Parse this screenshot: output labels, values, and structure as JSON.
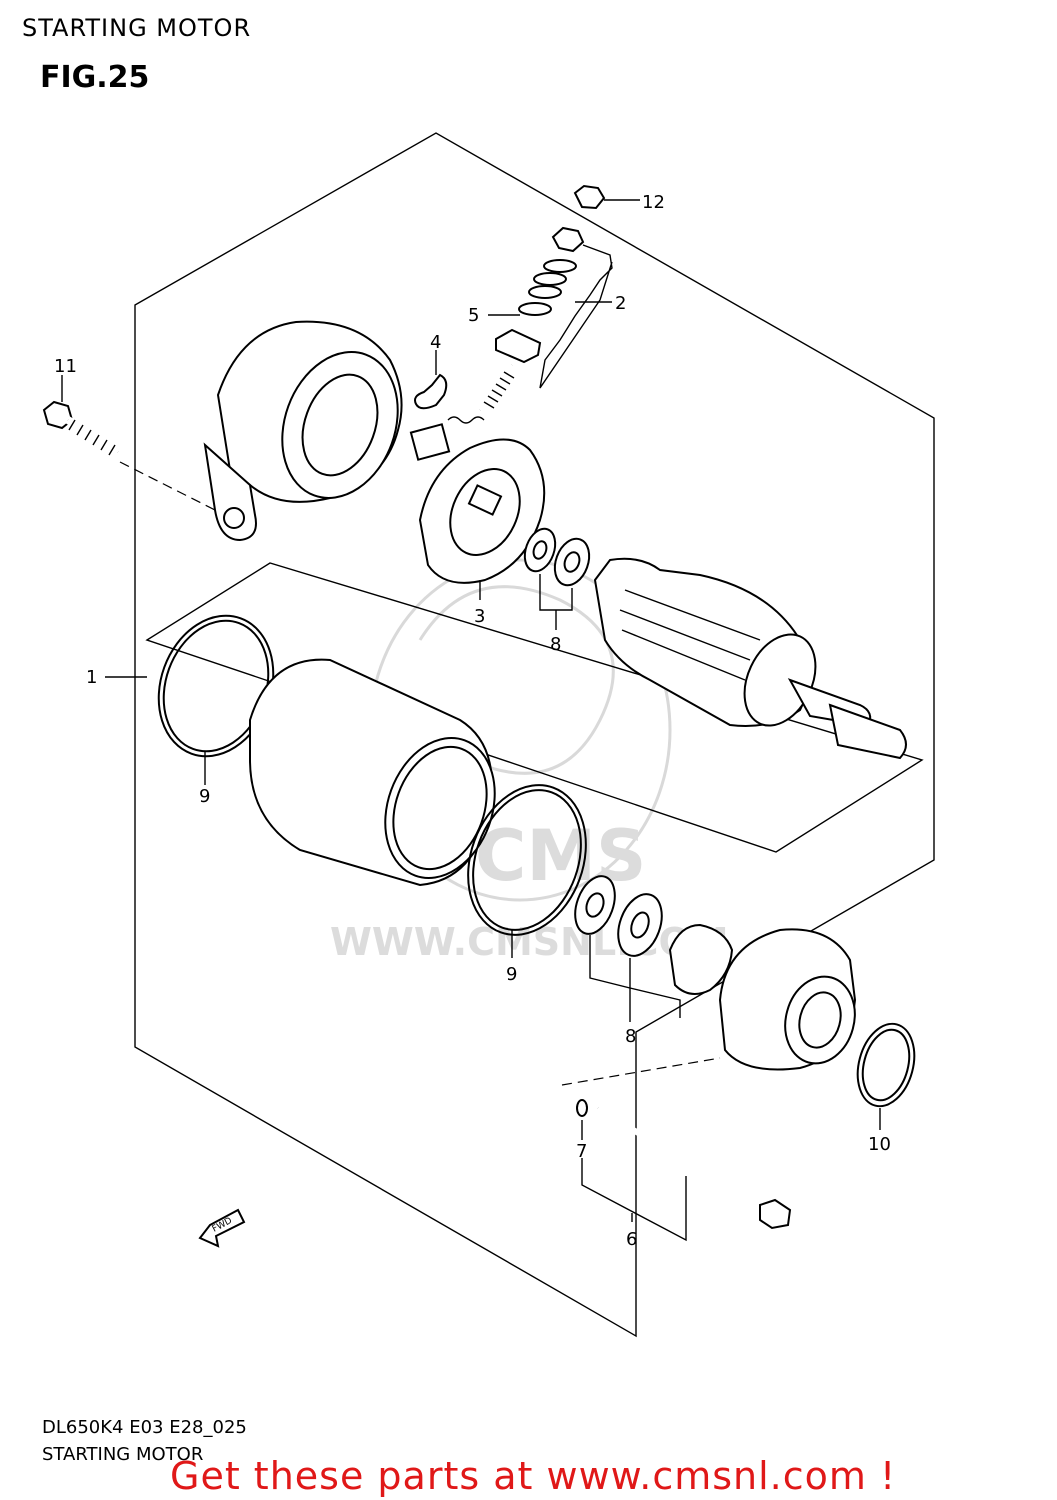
{
  "header": {
    "title": "STARTING MOTOR",
    "figure": "FIG.25"
  },
  "footer": {
    "code": "DL650K4 E03 E28_025",
    "caption": "STARTING MOTOR",
    "promo": "Get these parts at www.cmsnl.com !"
  },
  "watermark": {
    "brand": "CMS",
    "url": "WWW.CMSNL.COM"
  },
  "fwd_label": "FWD",
  "callouts": [
    {
      "id": "c12",
      "label": "12"
    },
    {
      "id": "c2",
      "label": "2"
    },
    {
      "id": "c5",
      "label": "5"
    },
    {
      "id": "c4",
      "label": "4"
    },
    {
      "id": "c11",
      "label": "11"
    },
    {
      "id": "c3",
      "label": "3"
    },
    {
      "id": "c8a",
      "label": "8"
    },
    {
      "id": "c1",
      "label": "1"
    },
    {
      "id": "c9a",
      "label": "9"
    },
    {
      "id": "c9b",
      "label": "9"
    },
    {
      "id": "c8b",
      "label": "8"
    },
    {
      "id": "c10",
      "label": "10"
    },
    {
      "id": "c7",
      "label": "7"
    },
    {
      "id": "c6",
      "label": "6"
    }
  ]
}
